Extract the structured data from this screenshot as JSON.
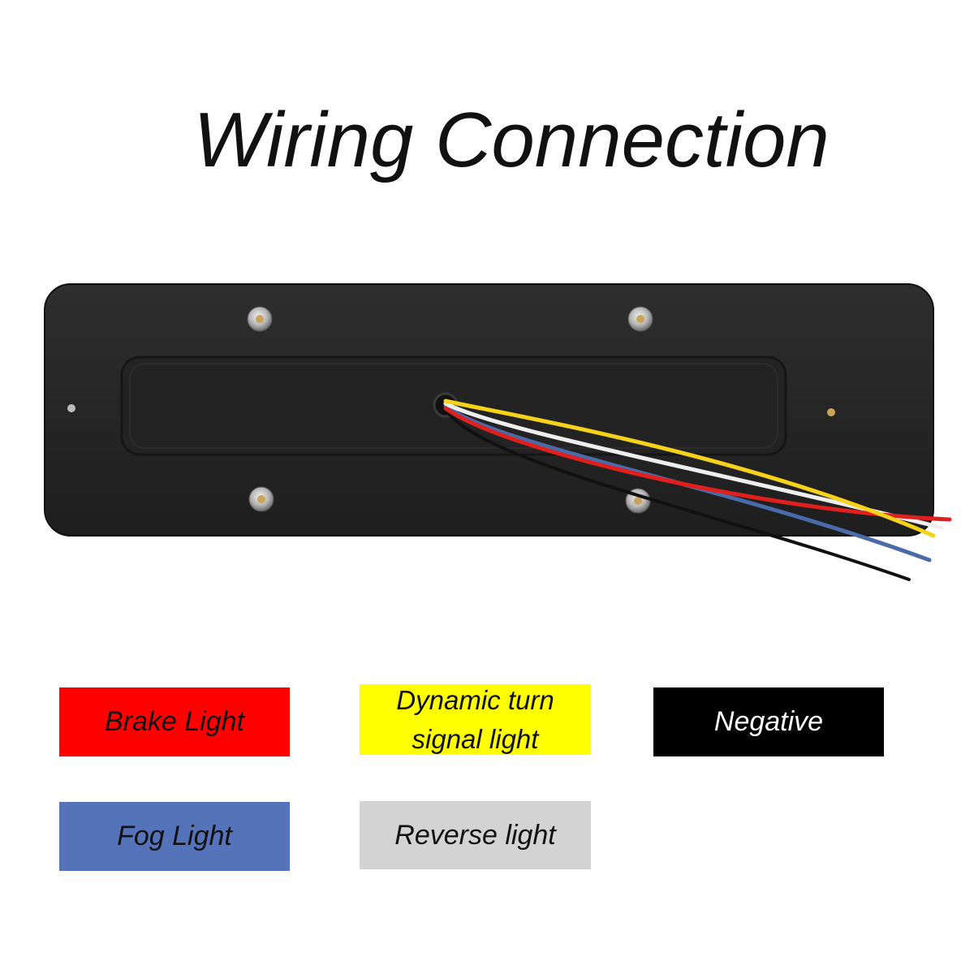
{
  "title": "Wiring Connection",
  "legend": [
    {
      "key": "brake",
      "label": "Brake Light",
      "color": "#ff0000",
      "text_color": "#111111"
    },
    {
      "key": "dynamic",
      "label_lines": [
        "Dynamic turn",
        "signal light"
      ],
      "color": "#ffff00",
      "text_color": "#111111"
    },
    {
      "key": "negative",
      "label": "Negative",
      "color": "#000000",
      "text_color": "#ffffff"
    },
    {
      "key": "fog",
      "label": "Fog Light",
      "color": "#5473b8",
      "text_color": "#111111"
    },
    {
      "key": "reverse",
      "label": "Reverse light",
      "color": "#d3d3d3",
      "text_color": "#111111"
    }
  ],
  "wire_colors": {
    "red": "#e01f1f",
    "yellow": "#f6d21a",
    "white": "#eeeeee",
    "blue": "#4a6aa8",
    "black": "#111111"
  },
  "lamp_color": "#262626"
}
